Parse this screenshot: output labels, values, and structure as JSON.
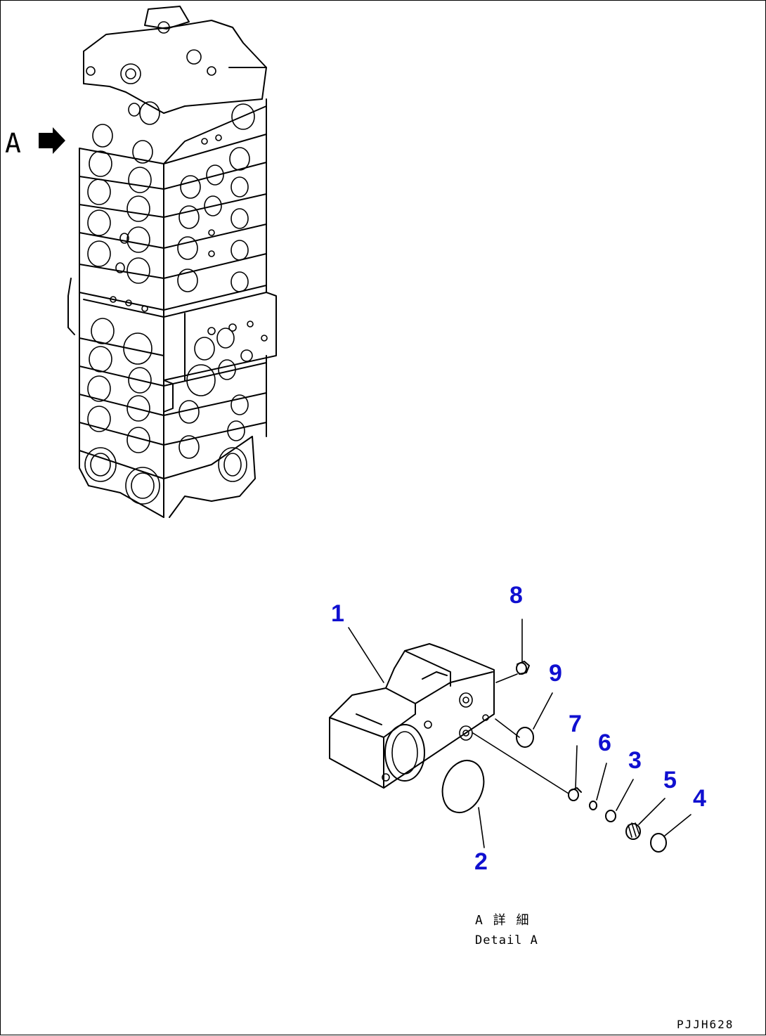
{
  "view_marker": {
    "label": "A"
  },
  "callouts": [
    {
      "id": "1",
      "label": "1"
    },
    {
      "id": "2",
      "label": "2"
    },
    {
      "id": "3",
      "label": "3"
    },
    {
      "id": "4",
      "label": "4"
    },
    {
      "id": "5",
      "label": "5"
    },
    {
      "id": "6",
      "label": "6"
    },
    {
      "id": "7",
      "label": "7"
    },
    {
      "id": "8",
      "label": "8"
    },
    {
      "id": "9",
      "label": "9"
    }
  ],
  "detail_caption": {
    "jp": "A 詳 細",
    "en": "Detail A"
  },
  "drawing_code": "PJJH628",
  "colors": {
    "callout": "#1010d0",
    "line": "#000000",
    "background": "#ffffff"
  }
}
